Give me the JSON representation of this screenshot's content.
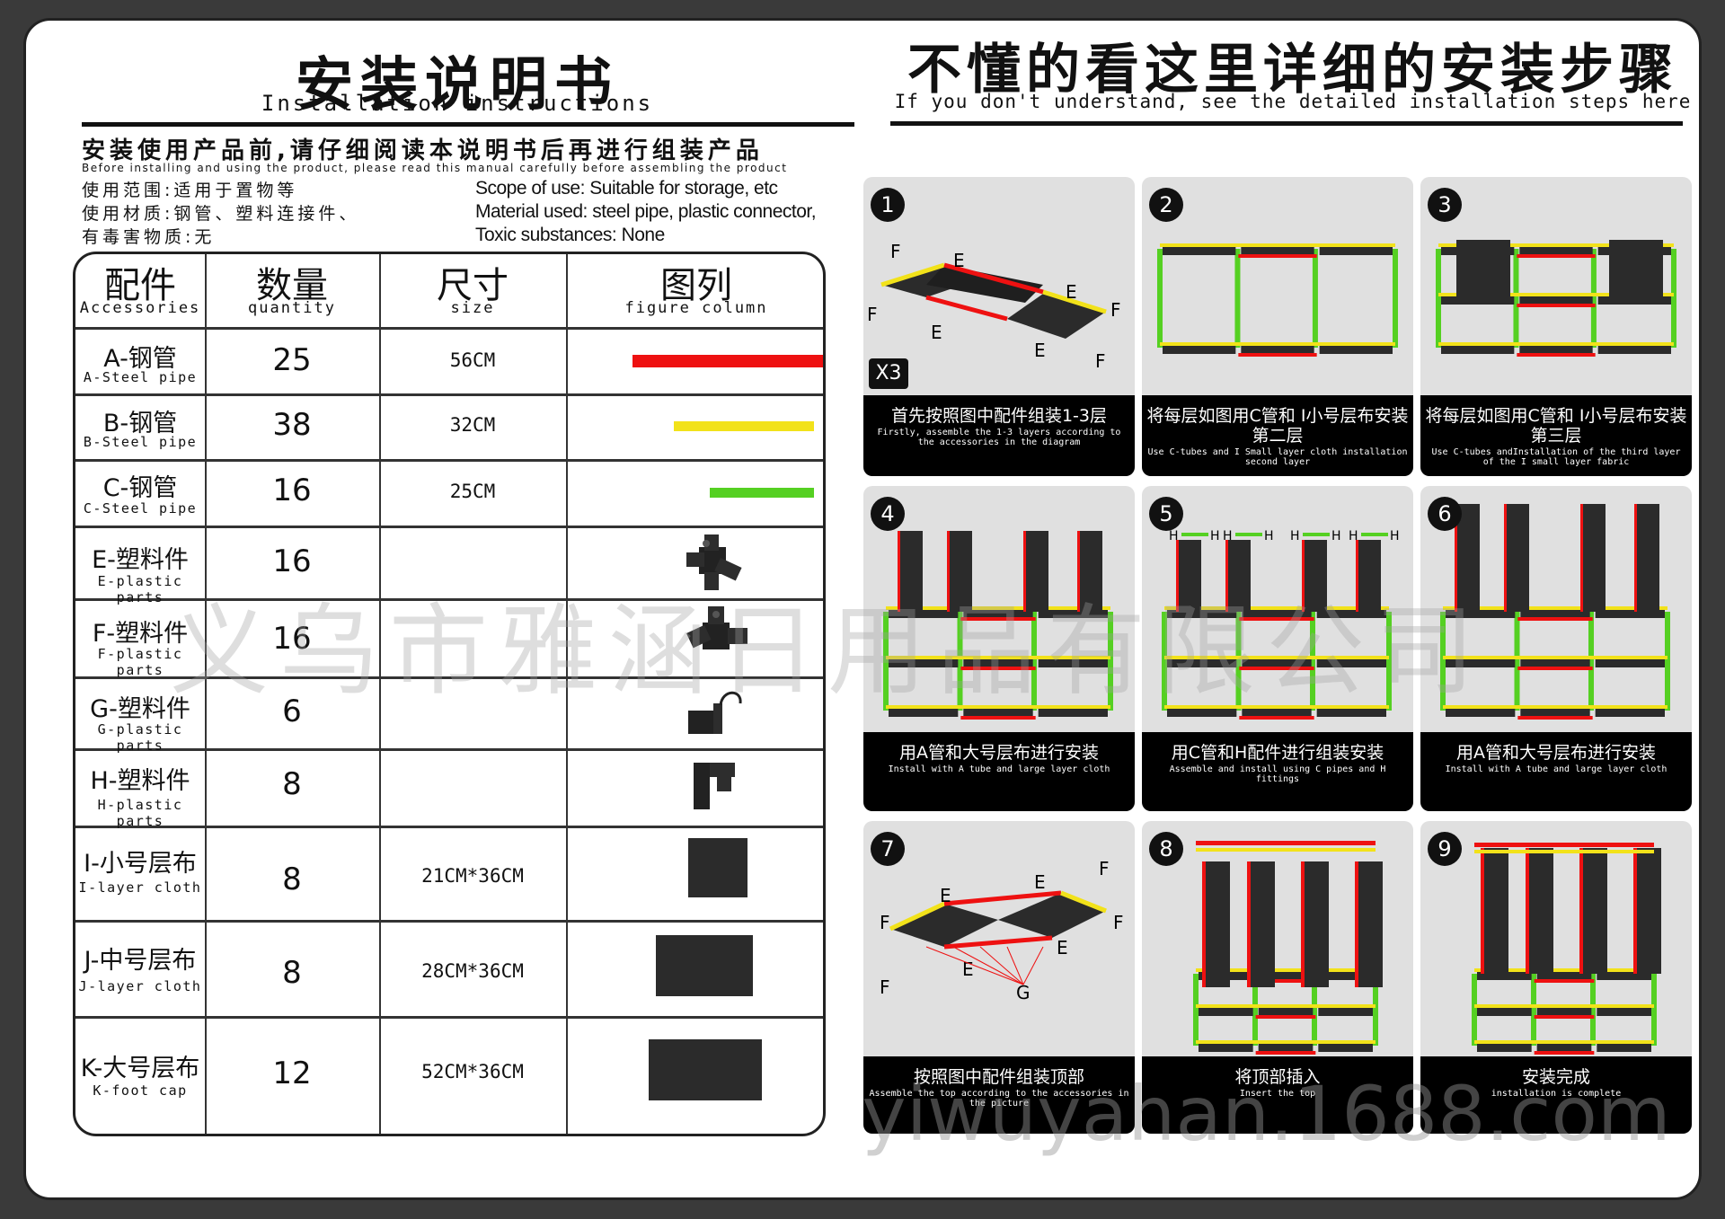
{
  "left": {
    "title_cn": "安装说明书",
    "title_en": "Installation instructions",
    "intro_cn": "安装使用产品前,请仔细阅读本说明书后再进行组装产品",
    "intro_en": "Before installing and using the product, please read this manual carefully before assembling the product",
    "scope_cn": [
      "使用范围:适用于置物等",
      "使用材质:钢管、塑料连接件、",
      "有毒害物质:无"
    ],
    "scope_en": [
      "Scope of use: Suitable for storage, etc",
      "Material used: steel pipe, plastic connector,",
      "Toxic substances: None"
    ]
  },
  "table": {
    "headers": [
      {
        "cn": "配件",
        "en": "Accessories"
      },
      {
        "cn": "数量",
        "en": "quantity"
      },
      {
        "cn": "尺寸",
        "en": "size"
      },
      {
        "cn": "图列",
        "en": "figure column"
      }
    ],
    "rows": [
      {
        "name": "A-钢管",
        "sub": "A-Steel pipe",
        "qty": "25",
        "size": "56CM",
        "figure": "red-bar",
        "color": "#ee1111"
      },
      {
        "name": "B-钢管",
        "sub": "B-Steel pipe",
        "qty": "38",
        "size": "32CM",
        "figure": "yellow-bar",
        "color": "#f2e21a"
      },
      {
        "name": "C-钢管",
        "sub": "C-Steel pipe",
        "qty": "16",
        "size": "25CM",
        "figure": "green-bar",
        "color": "#55d022"
      },
      {
        "name": "E-塑料件",
        "sub": "E-plastic parts",
        "qty": "16",
        "size": "",
        "figure": "e-connector-icon"
      },
      {
        "name": "F-塑料件",
        "sub": "F-plastic parts",
        "qty": "16",
        "size": "",
        "figure": "f-connector-icon"
      },
      {
        "name": "G-塑料件",
        "sub": "G-plastic parts",
        "qty": "6",
        "size": "",
        "figure": "g-hook-icon"
      },
      {
        "name": "H-塑料件",
        "sub": "H-plastic parts",
        "qty": "8",
        "size": "",
        "figure": "h-connector-icon"
      },
      {
        "name": "I-小号层布",
        "sub": "I-layer cloth",
        "qty": "8",
        "size": "21CM*36CM",
        "figure": "small-cloth"
      },
      {
        "name": "J-中号层布",
        "sub": "J-layer cloth",
        "qty": "8",
        "size": "28CM*36CM",
        "figure": "medium-cloth"
      },
      {
        "name": "K-大号层布",
        "sub": "K-foot cap",
        "qty": "12",
        "size": "52CM*36CM",
        "figure": "large-cloth"
      }
    ]
  },
  "right": {
    "title_cn": "不懂的看这里详细的安装步骤",
    "title_en": "If you don't understand, see the detailed installation steps here"
  },
  "steps": [
    {
      "num": "1",
      "badge": "X3",
      "cn": "首先按照图中配件组装1-3层",
      "en": "Firstly, assemble the 1-3 layers according to the accessories in the diagram"
    },
    {
      "num": "2",
      "cn": "将每层如图用C管和 I小号层布安装第二层",
      "en": "Use C-tubes and I Small layer cloth installation second layer"
    },
    {
      "num": "3",
      "cn": "将每层如图用C管和 I小号层布安装第三层",
      "en": "Use C-tubes andInstallation of the third layer of the I small layer fabric"
    },
    {
      "num": "4",
      "cn": "用A管和大号层布进行安装",
      "en": "Install with A tube and large layer cloth"
    },
    {
      "num": "5",
      "cn": "用C管和H配件进行组装安装",
      "en": "Assemble and install using C pipes and H fittings"
    },
    {
      "num": "6",
      "cn": "用A管和大号层布进行安装",
      "en": "Install with A tube and large layer cloth"
    },
    {
      "num": "7",
      "cn": "按照图中配件组装顶部",
      "en": "Assemble the top according to the accessories in the picture"
    },
    {
      "num": "8",
      "cn": "将顶部插入",
      "en": "Insert the top"
    },
    {
      "num": "9",
      "cn": "安装完成",
      "en": "installation is complete"
    }
  ],
  "diagram_labels": {
    "e": "E",
    "f": "F",
    "g": "G",
    "h": "H"
  },
  "watermarks": {
    "company": "义乌市雅涵日用品有限公司",
    "site": "yiwuyahan.1688.com"
  },
  "colors": {
    "red": "#ee1111",
    "yellow": "#f2e21a",
    "green": "#55d022",
    "cloth": "#2b2b2b"
  }
}
